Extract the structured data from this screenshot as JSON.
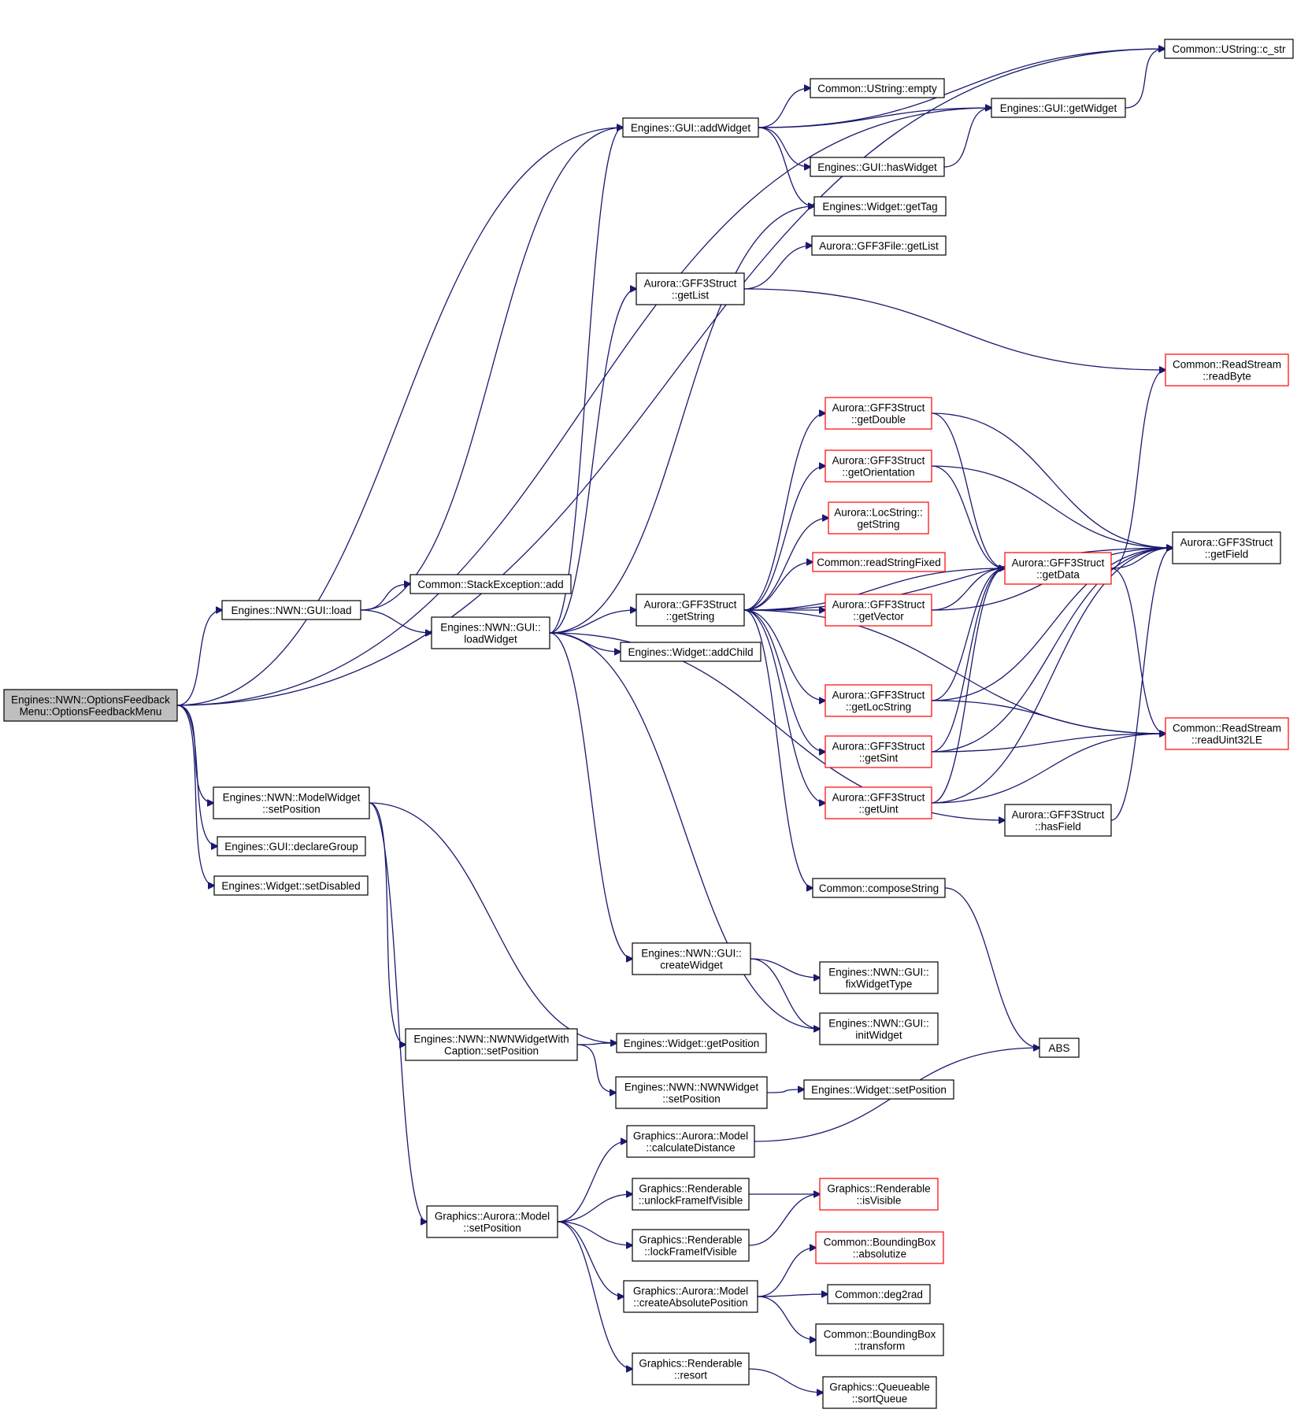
{
  "nodes": [
    {
      "id": "root",
      "lines": [
        "Engines::NWN::OptionsFeedback",
        "Menu::OptionsFeedbackMenu"
      ],
      "style": "root"
    },
    {
      "id": "nwngui_load",
      "lines": [
        "Engines::NWN::GUI::load"
      ],
      "style": "normal"
    },
    {
      "id": "modelwidget_setpos",
      "lines": [
        "Engines::NWN::ModelWidget",
        "::setPosition"
      ],
      "style": "normal"
    },
    {
      "id": "declaregroup",
      "lines": [
        "Engines::GUI::declareGroup"
      ],
      "style": "normal"
    },
    {
      "id": "setdisabled",
      "lines": [
        "Engines::Widget::setDisabled"
      ],
      "style": "normal"
    },
    {
      "id": "stackexc_add",
      "lines": [
        "Common::StackException::add"
      ],
      "style": "normal"
    },
    {
      "id": "loadwidget",
      "lines": [
        "Engines::NWN::GUI::",
        "loadWidget"
      ],
      "style": "normal"
    },
    {
      "id": "gui_addwidget",
      "lines": [
        "Engines::GUI::addWidget"
      ],
      "style": "normal"
    },
    {
      "id": "ustring_empty",
      "lines": [
        "Common::UString::empty"
      ],
      "style": "normal"
    },
    {
      "id": "gui_getwidget",
      "lines": [
        "Engines::GUI::getWidget"
      ],
      "style": "normal"
    },
    {
      "id": "ustring_cstr",
      "lines": [
        "Common::UString::c_str"
      ],
      "style": "normal"
    },
    {
      "id": "gui_haswidget",
      "lines": [
        "Engines::GUI::hasWidget"
      ],
      "style": "normal"
    },
    {
      "id": "widget_gettag",
      "lines": [
        "Engines::Widget::getTag"
      ],
      "style": "normal"
    },
    {
      "id": "gff3file_getlist",
      "lines": [
        "Aurora::GFF3File::getList"
      ],
      "style": "normal"
    },
    {
      "id": "gff3struct_getlist",
      "lines": [
        "Aurora::GFF3Struct",
        "::getList"
      ],
      "style": "normal"
    },
    {
      "id": "readbyte",
      "lines": [
        "Common::ReadStream",
        "::readByte"
      ],
      "style": "red"
    },
    {
      "id": "getdouble",
      "lines": [
        "Aurora::GFF3Struct",
        "::getDouble"
      ],
      "style": "red"
    },
    {
      "id": "getorientation",
      "lines": [
        "Aurora::GFF3Struct",
        "::getOrientation"
      ],
      "style": "red"
    },
    {
      "id": "locstring_getstring",
      "lines": [
        "Aurora::LocString::",
        "getString"
      ],
      "style": "red"
    },
    {
      "id": "readstringfixed",
      "lines": [
        "Common::readStringFixed"
      ],
      "style": "red"
    },
    {
      "id": "getdata",
      "lines": [
        "Aurora::GFF3Struct",
        "::getData"
      ],
      "style": "red"
    },
    {
      "id": "getfield",
      "lines": [
        "Aurora::GFF3Struct",
        "::getField"
      ],
      "style": "normal"
    },
    {
      "id": "getvector",
      "lines": [
        "Aurora::GFF3Struct",
        "::getVector"
      ],
      "style": "red"
    },
    {
      "id": "getstring",
      "lines": [
        "Aurora::GFF3Struct",
        "::getString"
      ],
      "style": "normal"
    },
    {
      "id": "widget_addchild",
      "lines": [
        "Engines::Widget::addChild"
      ],
      "style": "normal"
    },
    {
      "id": "getlocstring",
      "lines": [
        "Aurora::GFF3Struct",
        "::getLocString"
      ],
      "style": "red"
    },
    {
      "id": "readuint32le",
      "lines": [
        "Common::ReadStream",
        "::readUint32LE"
      ],
      "style": "red"
    },
    {
      "id": "getsint",
      "lines": [
        "Aurora::GFF3Struct",
        "::getSint"
      ],
      "style": "red"
    },
    {
      "id": "getuint",
      "lines": [
        "Aurora::GFF3Struct",
        "::getUint"
      ],
      "style": "red"
    },
    {
      "id": "hasfield",
      "lines": [
        "Aurora::GFF3Struct",
        "::hasField"
      ],
      "style": "normal"
    },
    {
      "id": "composestring",
      "lines": [
        "Common::composeString"
      ],
      "style": "normal"
    },
    {
      "id": "createwidget",
      "lines": [
        "Engines::NWN::GUI::",
        "createWidget"
      ],
      "style": "normal"
    },
    {
      "id": "fixwidgettype",
      "lines": [
        "Engines::NWN::GUI::",
        "fixWidgetType"
      ],
      "style": "normal"
    },
    {
      "id": "initwidget",
      "lines": [
        "Engines::NWN::GUI::",
        "initWidget"
      ],
      "style": "normal"
    },
    {
      "id": "abs",
      "lines": [
        "ABS"
      ],
      "style": "normal"
    },
    {
      "id": "nwnwidgetcaption_setpos",
      "lines": [
        "Engines::NWN::NWNWidgetWith",
        "Caption::setPosition"
      ],
      "style": "normal"
    },
    {
      "id": "widget_getpos",
      "lines": [
        "Engines::Widget::getPosition"
      ],
      "style": "normal"
    },
    {
      "id": "nwnwidget_setpos",
      "lines": [
        "Engines::NWN::NWNWidget",
        "::setPosition"
      ],
      "style": "normal"
    },
    {
      "id": "widget_setpos",
      "lines": [
        "Engines::Widget::setPosition"
      ],
      "style": "normal"
    },
    {
      "id": "model_calcdist",
      "lines": [
        "Graphics::Aurora::Model",
        "::calculateDistance"
      ],
      "style": "normal"
    },
    {
      "id": "unlockframe",
      "lines": [
        "Graphics::Renderable",
        "::unlockFrameIfVisible"
      ],
      "style": "normal"
    },
    {
      "id": "isvisible",
      "lines": [
        "Graphics::Renderable",
        "::isVisible"
      ],
      "style": "red"
    },
    {
      "id": "model_setpos",
      "lines": [
        "Graphics::Aurora::Model",
        "::setPosition"
      ],
      "style": "normal"
    },
    {
      "id": "lockframe",
      "lines": [
        "Graphics::Renderable",
        "::lockFrameIfVisible"
      ],
      "style": "normal"
    },
    {
      "id": "bbox_absolutize",
      "lines": [
        "Common::BoundingBox",
        "::absolutize"
      ],
      "style": "red"
    },
    {
      "id": "createabspos",
      "lines": [
        "Graphics::Aurora::Model",
        "::createAbsolutePosition"
      ],
      "style": "normal"
    },
    {
      "id": "deg2rad",
      "lines": [
        "Common::deg2rad"
      ],
      "style": "normal"
    },
    {
      "id": "bbox_transform",
      "lines": [
        "Common::BoundingBox",
        "::transform"
      ],
      "style": "normal"
    },
    {
      "id": "renderable_resort",
      "lines": [
        "Graphics::Renderable",
        "::resort"
      ],
      "style": "normal"
    },
    {
      "id": "queueable_sortqueue",
      "lines": [
        "Graphics::Queueable",
        "::sortQueue"
      ],
      "style": "normal"
    }
  ],
  "edges": [
    [
      "root",
      "ustring_cstr"
    ],
    [
      "root",
      "gui_getwidget"
    ],
    [
      "root",
      "gui_addwidget"
    ],
    [
      "root",
      "nwngui_load"
    ],
    [
      "root",
      "modelwidget_setpos"
    ],
    [
      "root",
      "declaregroup"
    ],
    [
      "root",
      "setdisabled"
    ],
    [
      "nwngui_load",
      "stackexc_add"
    ],
    [
      "nwngui_load",
      "loadwidget"
    ],
    [
      "nwngui_load",
      "gui_addwidget"
    ],
    [
      "gui_addwidget",
      "ustring_cstr"
    ],
    [
      "gui_addwidget",
      "ustring_empty"
    ],
    [
      "gui_addwidget",
      "gui_getwidget"
    ],
    [
      "gui_addwidget",
      "gui_haswidget"
    ],
    [
      "gui_addwidget",
      "widget_gettag"
    ],
    [
      "gui_getwidget",
      "ustring_cstr"
    ],
    [
      "gui_haswidget",
      "gui_getwidget"
    ],
    [
      "loadwidget",
      "gui_addwidget"
    ],
    [
      "loadwidget",
      "widget_gettag"
    ],
    [
      "loadwidget",
      "gff3struct_getlist"
    ],
    [
      "loadwidget",
      "getstring"
    ],
    [
      "loadwidget",
      "widget_addchild"
    ],
    [
      "loadwidget",
      "hasfield"
    ],
    [
      "loadwidget",
      "createwidget"
    ],
    [
      "loadwidget",
      "initwidget"
    ],
    [
      "gff3struct_getlist",
      "gff3file_getlist"
    ],
    [
      "gff3struct_getlist",
      "readbyte"
    ],
    [
      "getstring",
      "getfield"
    ],
    [
      "getstring",
      "getdouble"
    ],
    [
      "getstring",
      "getorientation"
    ],
    [
      "getstring",
      "locstring_getstring"
    ],
    [
      "getstring",
      "readstringfixed"
    ],
    [
      "getstring",
      "getvector"
    ],
    [
      "getstring",
      "getdata"
    ],
    [
      "getstring",
      "getlocstring"
    ],
    [
      "getstring",
      "getsint"
    ],
    [
      "getstring",
      "getuint"
    ],
    [
      "getstring",
      "composestring"
    ],
    [
      "getstring",
      "readuint32le"
    ],
    [
      "getdouble",
      "getfield"
    ],
    [
      "getdouble",
      "getdata"
    ],
    [
      "getorientation",
      "getfield"
    ],
    [
      "getorientation",
      "getdata"
    ],
    [
      "getvector",
      "getfield"
    ],
    [
      "getvector",
      "getdata"
    ],
    [
      "getdata",
      "getfield"
    ],
    [
      "getdata",
      "readbyte"
    ],
    [
      "getdata",
      "readuint32le"
    ],
    [
      "getlocstring",
      "getfield"
    ],
    [
      "getlocstring",
      "getdata"
    ],
    [
      "getlocstring",
      "readuint32le"
    ],
    [
      "getsint",
      "getfield"
    ],
    [
      "getsint",
      "getdata"
    ],
    [
      "getsint",
      "readuint32le"
    ],
    [
      "getuint",
      "getfield"
    ],
    [
      "getuint",
      "getdata"
    ],
    [
      "getuint",
      "readuint32le"
    ],
    [
      "hasfield",
      "getfield"
    ],
    [
      "composestring",
      "abs"
    ],
    [
      "createwidget",
      "fixwidgettype"
    ],
    [
      "createwidget",
      "initwidget"
    ],
    [
      "modelwidget_setpos",
      "widget_getpos"
    ],
    [
      "modelwidget_setpos",
      "nwnwidgetcaption_setpos"
    ],
    [
      "modelwidget_setpos",
      "model_setpos"
    ],
    [
      "nwnwidgetcaption_setpos",
      "widget_getpos"
    ],
    [
      "nwnwidgetcaption_setpos",
      "nwnwidget_setpos"
    ],
    [
      "nwnwidget_setpos",
      "widget_setpos"
    ],
    [
      "model_setpos",
      "model_calcdist"
    ],
    [
      "model_setpos",
      "unlockframe"
    ],
    [
      "model_setpos",
      "lockframe"
    ],
    [
      "model_setpos",
      "createabspos"
    ],
    [
      "model_setpos",
      "renderable_resort"
    ],
    [
      "model_calcdist",
      "abs"
    ],
    [
      "unlockframe",
      "isvisible"
    ],
    [
      "lockframe",
      "isvisible"
    ],
    [
      "createabspos",
      "bbox_absolutize"
    ],
    [
      "createabspos",
      "deg2rad"
    ],
    [
      "createabspos",
      "bbox_transform"
    ],
    [
      "renderable_resort",
      "queueable_sortqueue"
    ]
  ]
}
